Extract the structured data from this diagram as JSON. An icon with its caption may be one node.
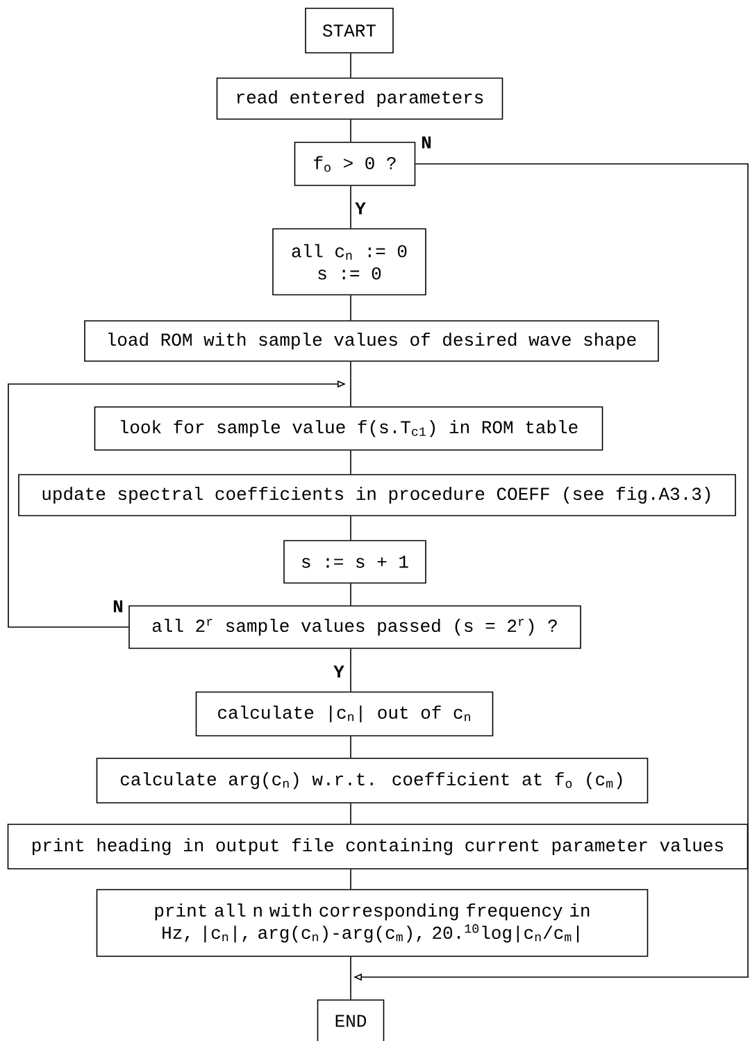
{
  "diagram": {
    "nodes": [
      {
        "text": [
          "START"
        ]
      },
      {
        "text": [
          "read entered parameters"
        ]
      },
      {
        "text": [
          "f$_{o}$ > 0 ?"
        ]
      },
      {
        "text": [
          "all c$_{n}$ := 0",
          "s := 0"
        ]
      },
      {
        "text": [
          "load ROM with sample values of desired wave shape"
        ]
      },
      {
        "text": [
          "look for sample value f(s.T$_{c1}$) in ROM table"
        ]
      },
      {
        "text": [
          "update spectral coefficients in procedure COEFF (see fig.A3.3)"
        ]
      },
      {
        "text": [
          "s := s + 1"
        ]
      },
      {
        "text": [
          "all 2$^{r}$ sample values passed (s = 2$^{r}$) ?"
        ]
      },
      {
        "text": [
          "calculate |c$_{n}$| out of c$_{n}$"
        ]
      },
      {
        "text": [
          "calculate arg(c$_{n}$) w.r.t. coefficient at f$_{o}$ (c$_{m}$)"
        ]
      },
      {
        "text": [
          "print heading in output file containing current parameter values"
        ]
      },
      {
        "text": [
          "print all n with corresponding frequency in Hz, |c$_{n}$|, arg(c$_{n}$)-arg(c$_{m}$), 20.$^{10}$log|c$_{n}$/c$_{m}$|"
        ]
      },
      {
        "text": [
          "END"
        ]
      }
    ],
    "edges": [
      {
        "from": 0,
        "to": 1,
        "arrow": "none"
      },
      {
        "from": 1,
        "to": 2,
        "arrow": "none"
      },
      {
        "from": 2,
        "to": 3,
        "arrow": "none",
        "label": "Y"
      },
      {
        "from": 3,
        "to": 4,
        "arrow": "none"
      },
      {
        "from": 4,
        "to": 5,
        "arrow": "none"
      },
      {
        "from": 5,
        "to": 6,
        "arrow": "none"
      },
      {
        "from": 6,
        "to": 7,
        "arrow": "none"
      },
      {
        "from": 7,
        "to": 8,
        "arrow": "none"
      },
      {
        "from": 8,
        "to": 9,
        "arrow": "none",
        "label": "Y"
      },
      {
        "from": 9,
        "to": 10,
        "arrow": "none"
      },
      {
        "from": 10,
        "to": 11,
        "arrow": "none"
      },
      {
        "from": 11,
        "to": 12,
        "arrow": "none"
      },
      {
        "from": 12,
        "to": 13,
        "arrow": "none"
      },
      {
        "from": 8,
        "to": 5,
        "arrow": "to",
        "label": "N"
      },
      {
        "from": 2,
        "to": 13,
        "arrow": "to",
        "label": "N"
      }
    ]
  }
}
